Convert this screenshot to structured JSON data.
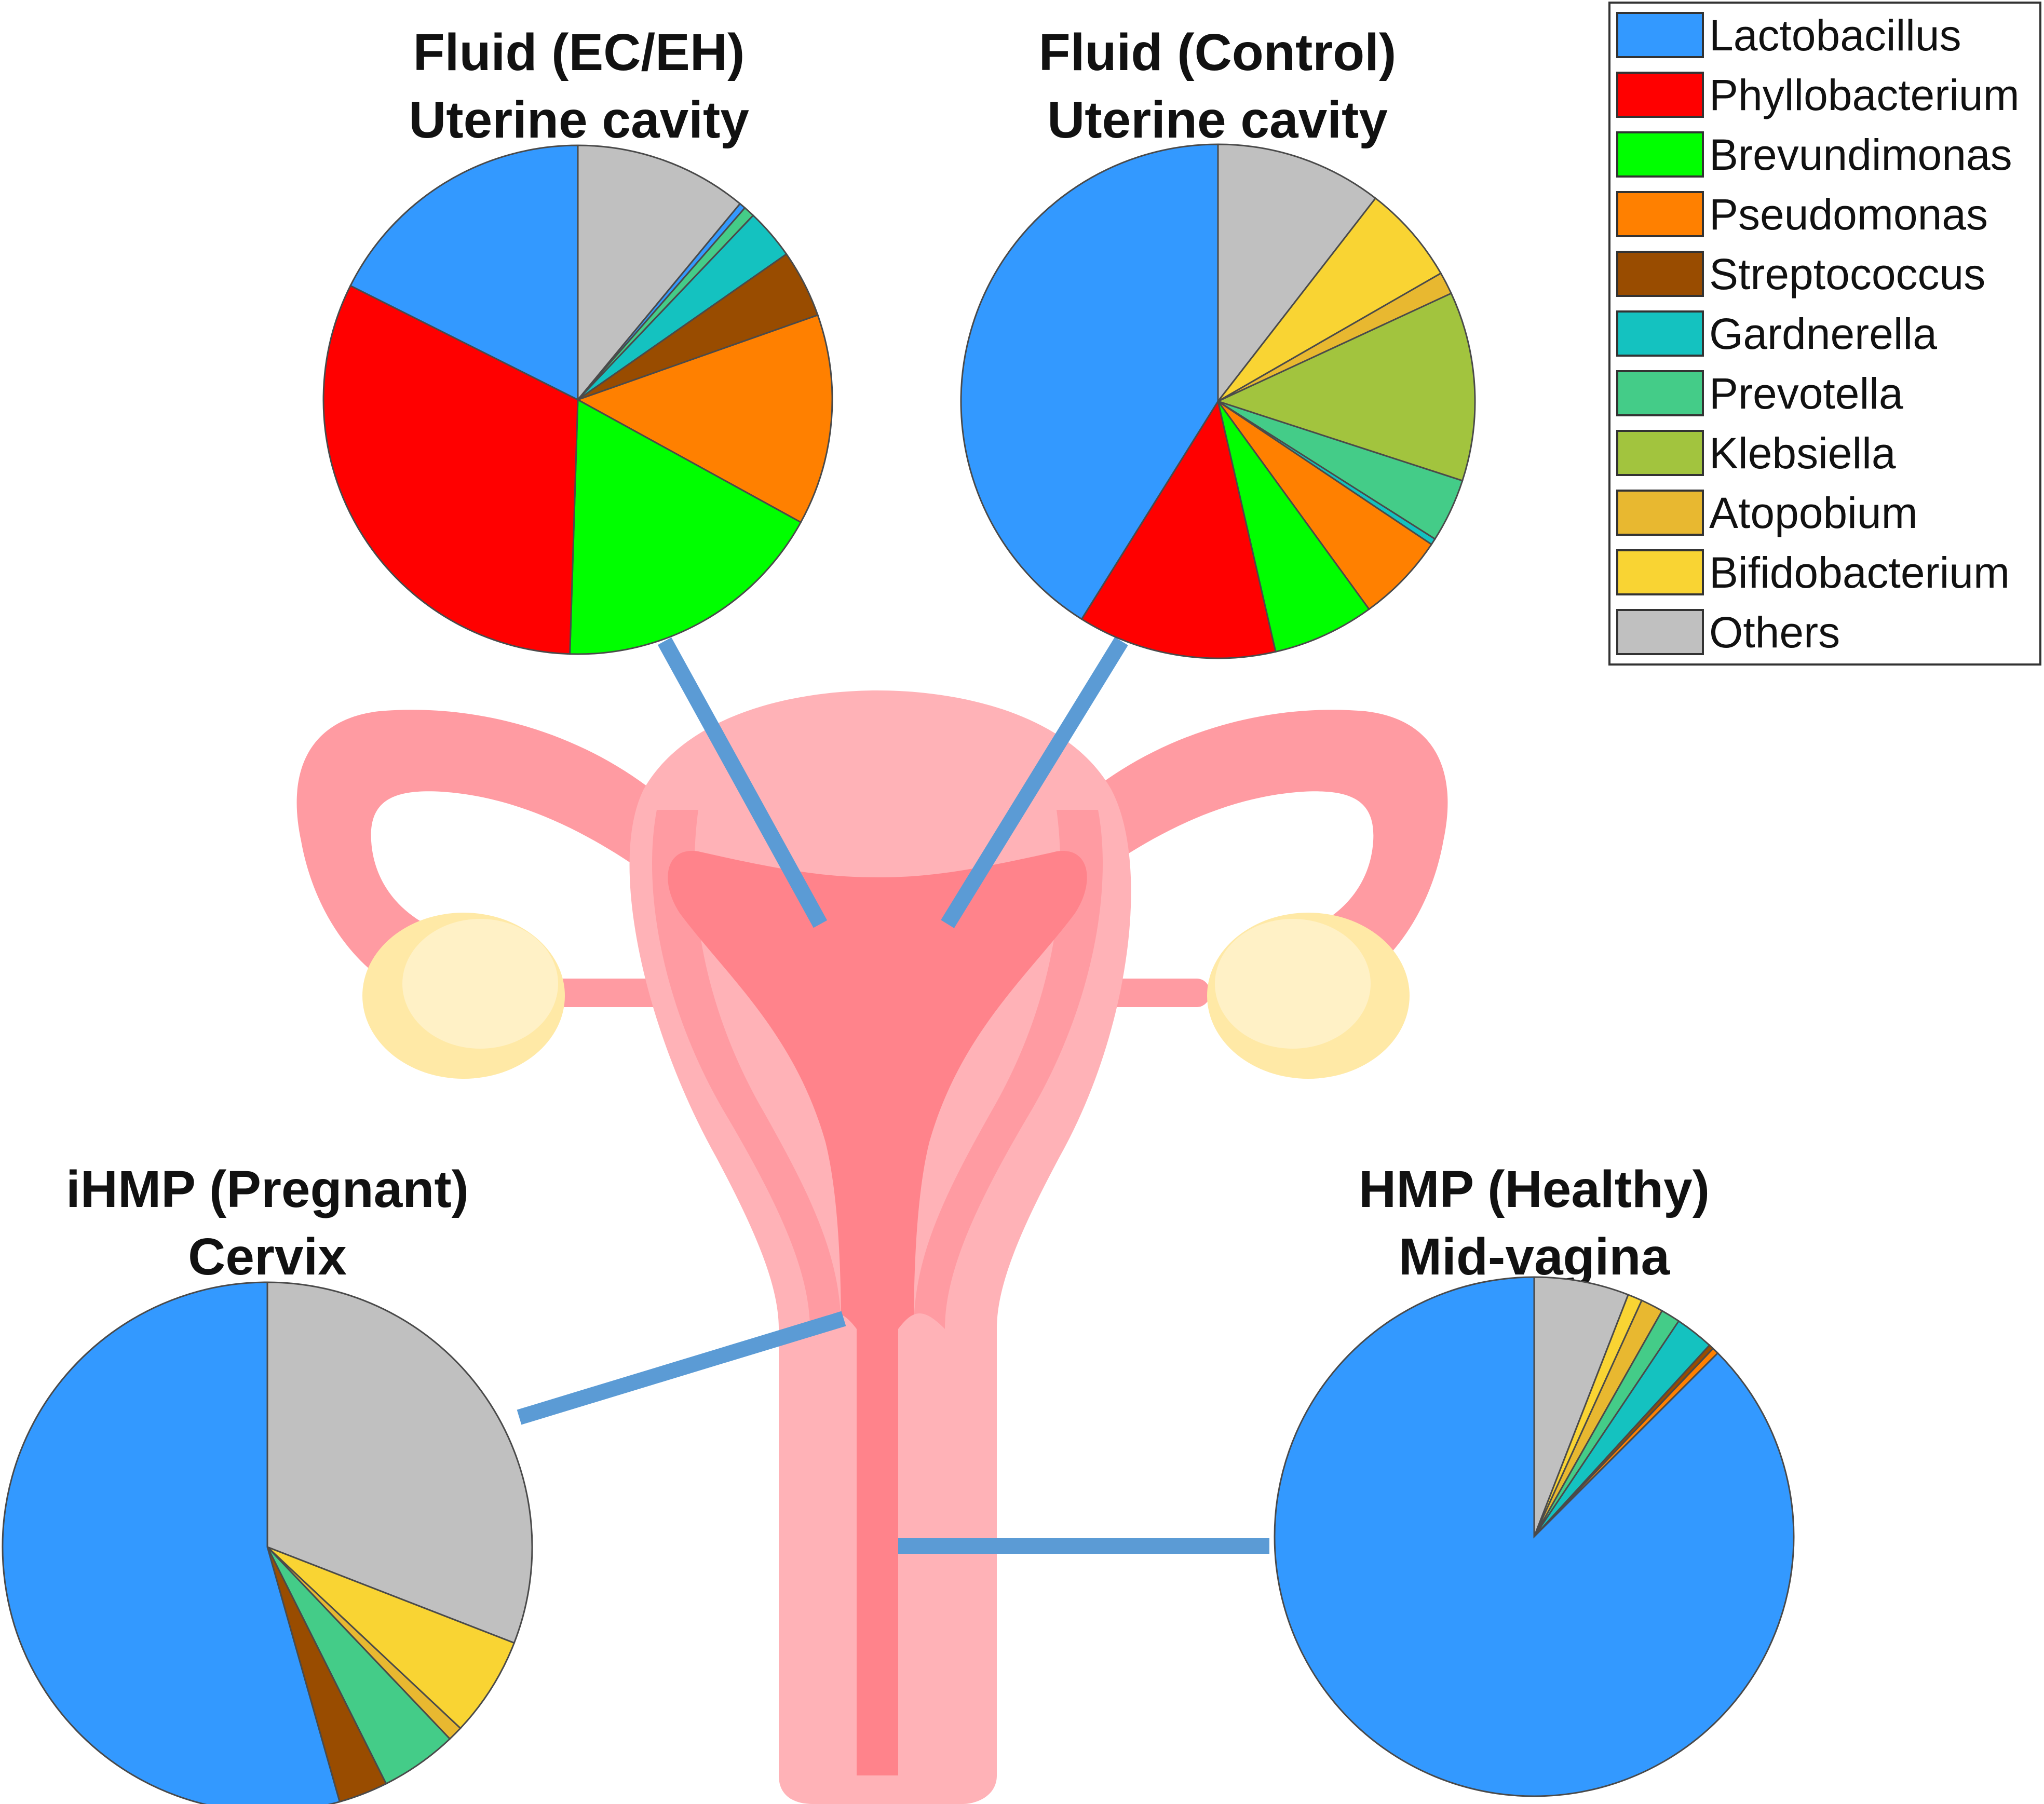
{
  "colors": {
    "uterus_outer": "#ff9ba2",
    "uterus_body": "#ffb2b7",
    "uterus_cavity": "#ff838b",
    "ovary": "#fff1c6",
    "ovary_shade": "#ffe9a6",
    "connector": "#5b9bd5"
  },
  "legend": {
    "entries": [
      {
        "label": "Lactobacillus",
        "color": "#3399ff"
      },
      {
        "label": "Phyllobacterium",
        "color": "#ff0000"
      },
      {
        "label": "Brevundimonas",
        "color": "#00ff00"
      },
      {
        "label": "Pseudomonas",
        "color": "#ff8000"
      },
      {
        "label": "Streptococcus",
        "color": "#994c00"
      },
      {
        "label": "Gardnerella",
        "color": "#14c2c0"
      },
      {
        "label": "Prevotella",
        "color": "#44cc88"
      },
      {
        "label": "Klebsiella",
        "color": "#a2c43e"
      },
      {
        "label": "Atopobium",
        "color": "#e8b830"
      },
      {
        "label": "Bifidobacterium",
        "color": "#f9d433"
      },
      {
        "label": "Others",
        "color": "#c0c0c0"
      }
    ]
  },
  "chart_data": [
    {
      "type": "pie",
      "title": "Fluid (EC/EH)",
      "subtitle": "Uterine cavity",
      "slices": [
        {
          "label": "Others",
          "value": 11.0
        },
        {
          "label": "Lactobacillus",
          "value": 0.4
        },
        {
          "label": "Prevotella",
          "value": 0.7
        },
        {
          "label": "Gardnerella",
          "value": 3.2
        },
        {
          "label": "Streptococcus",
          "value": 4.3
        },
        {
          "label": "Pseudomonas",
          "value": 13.4
        },
        {
          "label": "Brevundimonas",
          "value": 17.5
        },
        {
          "label": "Phyllobacterium",
          "value": 31.9
        },
        {
          "label": "Lactobacillus",
          "value": 17.6
        }
      ]
    },
    {
      "type": "pie",
      "title": "Fluid (Control)",
      "subtitle": "Uterine cavity",
      "slices": [
        {
          "label": "Others",
          "value": 10.5
        },
        {
          "label": "Bifidobacterium",
          "value": 6.2
        },
        {
          "label": "Atopobium",
          "value": 1.4
        },
        {
          "label": "Klebsiella",
          "value": 11.9
        },
        {
          "label": "Prevotella",
          "value": 4.0
        },
        {
          "label": "Gardnerella",
          "value": 0.4
        },
        {
          "label": "Pseudomonas",
          "value": 5.6
        },
        {
          "label": "Brevundimonas",
          "value": 6.4
        },
        {
          "label": "Phyllobacterium",
          "value": 12.5
        },
        {
          "label": "Lactobacillus",
          "value": 41.1
        }
      ]
    },
    {
      "type": "pie",
      "title": "iHMP (Pregnant)",
      "subtitle": "Cervix",
      "slices": [
        {
          "label": "Others",
          "value": 30.9
        },
        {
          "label": "Bifidobacterium",
          "value": 6.1
        },
        {
          "label": "Atopobium",
          "value": 0.9
        },
        {
          "label": "Prevotella",
          "value": 4.7
        },
        {
          "label": "Streptococcus",
          "value": 3.0
        },
        {
          "label": "Lactobacillus",
          "value": 54.4
        }
      ]
    },
    {
      "type": "pie",
      "title": "HMP (Healthy)",
      "subtitle": "Mid-vagina",
      "slices": [
        {
          "label": "Others",
          "value": 5.9
        },
        {
          "label": "Bifidobacterium",
          "value": 0.9
        },
        {
          "label": "Atopobium",
          "value": 1.4
        },
        {
          "label": "Prevotella",
          "value": 1.2
        },
        {
          "label": "Gardnerella",
          "value": 2.4
        },
        {
          "label": "Streptococcus",
          "value": 0.3
        },
        {
          "label": "Pseudomonas",
          "value": 0.4
        },
        {
          "label": "Lactobacillus",
          "value": 87.5
        }
      ]
    }
  ]
}
